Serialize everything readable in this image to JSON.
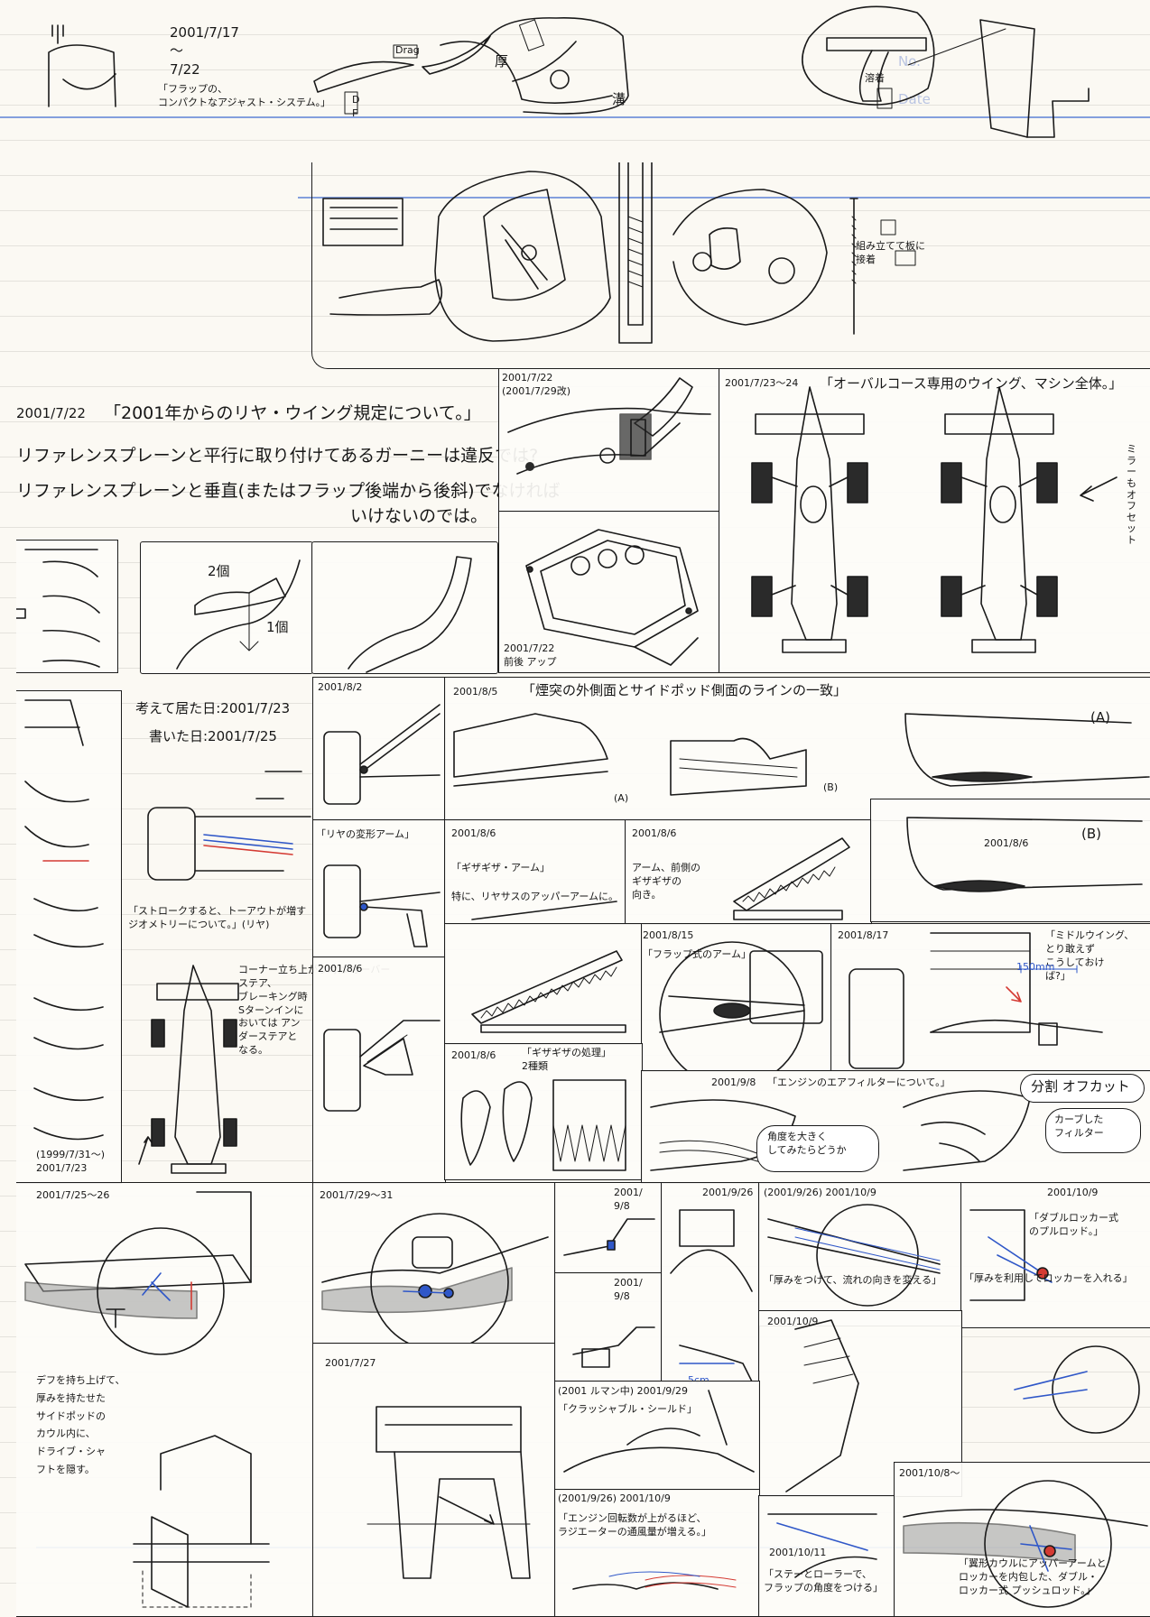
{
  "notes": {
    "n1_date": "2001/7/17\n〜\n7/22",
    "n1_title": "「フラップの、\nコンパクトなアジャスト・システム。」",
    "drag_label": "Drag",
    "df_label": "D\nF",
    "thick_label": "厚",
    "groove_label": "溝",
    "weld_label": "溶着",
    "assemble_label": "組み立てて板に\n接着",
    "n2_date": "2001/7/22",
    "n2_title": "「2001年からのリヤ・ウイング規定について。」",
    "n2_line1": "リファレンスプレーンと平行に取り付けてあるガーニーは違反では?",
    "n2_line2": "リファレンスプレーンと垂直(またはフラップ後端から後斜)でなければ",
    "n2_line3": "いけないのでは。",
    "n2_two": "2個",
    "n2_one": "1個",
    "n3_date": "2001/7/22\n(2001/7/29改)",
    "n3b_date": "2001/7/22\n前後 アップ",
    "n4_date": "2001/7/23〜24",
    "n4_title": "「オーバルコース専用のウイング、マシン全体。」",
    "n4_side": "ミラーもオフセット",
    "n5_l1": "考えて居た日:2001/7/23",
    "n5_l2": "書いた日:2001/7/25",
    "n5_q": "「ストロークすると、トーアウトが増す\nジオメトリーについて。」(リヤ)",
    "n5_corner": "コーナー立ち上がり時は オーバー\nステア、\nブレーキング時\nSターンインに\nおいては アン\nダーステアと\nなる。",
    "n5_date": "(1999/7/31〜)\n2001/7/23",
    "n6_date": "2001/8/2",
    "n6_title": "「リヤの変形アーム」",
    "n6b_date": "2001/8/6",
    "n7_date": "2001/8/5",
    "n7_title": "「煙突の外側面とサイドポッド側面のラインの一致」",
    "n7_a": "(A)",
    "n7_b": "(B)",
    "n8_date": "2001/8/6",
    "n8_title": "「ギザギザ・アーム」",
    "n8_sub": "特に、リヤサスのアッパーアームに。",
    "n9_date": "2001/8/6",
    "n9_text": "アーム、前側の\nギザギザの\n向き。",
    "n10_date": "2001/8/6",
    "n11_date": "2001/8/15",
    "n11_title": "「フラップ式のアーム」",
    "n12_date": "2001/8/17",
    "n12_title": "「ミドルウイング、\nとり敢えず\nこうしておけ\nば?」",
    "n12_mm": "150mm",
    "n13_date": "2001/8/6",
    "n13_title": "「ギザギザの処理」\n2種類",
    "n14_date": "2001/9/8",
    "n14_title": "「エンジンのエアフィルターについて。」",
    "n14_bubble1": "角度を大きく\nしてみたらどうか",
    "n14_bubble2": "分割 オフカット",
    "n14_bubble3": "カーブした\nフィルター",
    "n15_date": "2001/7/25〜26",
    "n15_text": "デフを持ち上げて、\n厚みを持たせた\nサイドポッドの\nカウル内に、\nドライブ・シャ\nフトを隠す。",
    "n16_date": "2001/7/29〜31",
    "n17_date": "2001/7/27",
    "n18_date": "2001/\n9/8",
    "n18b_date": "2001/\n9/8",
    "n18_cm": "5cm",
    "n19_date": "2001/9/26",
    "n20_date": "(2001/9/26) 2001/10/9",
    "n20_title": "「厚みをつけて、流れの向きを変える」",
    "n21_date": "2001/10/9",
    "n21_title": "「ダブルロッカー式\nのプルロッド。」",
    "n21_sub": "「厚みを利用してロッカーを入れる」",
    "n22_date": "(2001 ルマン中) 2001/9/29",
    "n22_title": "「クラッシャブル・シールド」",
    "n23_date": "(2001/9/26) 2001/10/9",
    "n23_title": "「エンジン回転数が上がるほど、\nラジエーターの通風量が増える。」",
    "n24_date": "2001/10/9",
    "n25_date": "2001/10/11",
    "n25_title": "「ステーとローラーで、\nフラップの角度をつける」",
    "n26_date": "2001/10/8〜",
    "n26_title": "「翼形カウルにアッパーアームと\nロッカーを内包した、ダブル・\nロッカー式 プッシュロッド。」",
    "faint_no": "No.",
    "faint_date": "Date"
  }
}
